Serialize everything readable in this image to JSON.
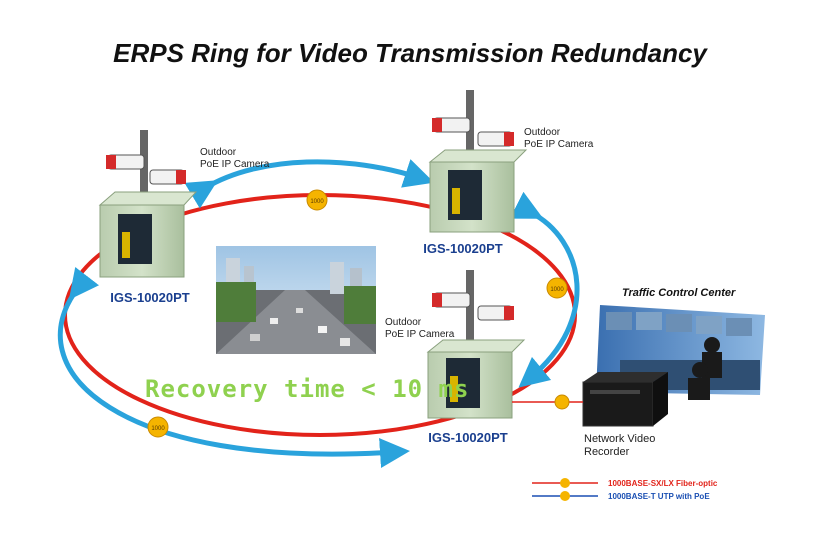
{
  "title": "ERPS Ring for Video Transmission Redundancy",
  "switch_label": "IGS-10020PT",
  "camera_label_line1": "Outdoor",
  "camera_label_line2": "PoE IP Camera",
  "link_badge": "1000",
  "recovery_text": "Recovery time < 10 ms",
  "traffic_center_label": "Traffic Control Center",
  "nvr_label_line1": "Network Video",
  "nvr_label_line2": "Recorder",
  "legend": {
    "fiber": "1000BASE-SX/LX Fiber-optic",
    "utp": "1000BASE-T UTP with PoE"
  },
  "colors": {
    "ring_red": "#e2231a",
    "arrow_blue": "#2aa3dc",
    "switch_label": "#1a3f8f",
    "recovery_text": "#8fd14f",
    "badge": "#f5b400",
    "cabinet": "#c9d9bf",
    "fiber_legend": "#e2231a",
    "utp_legend": "#1a4fb3"
  }
}
